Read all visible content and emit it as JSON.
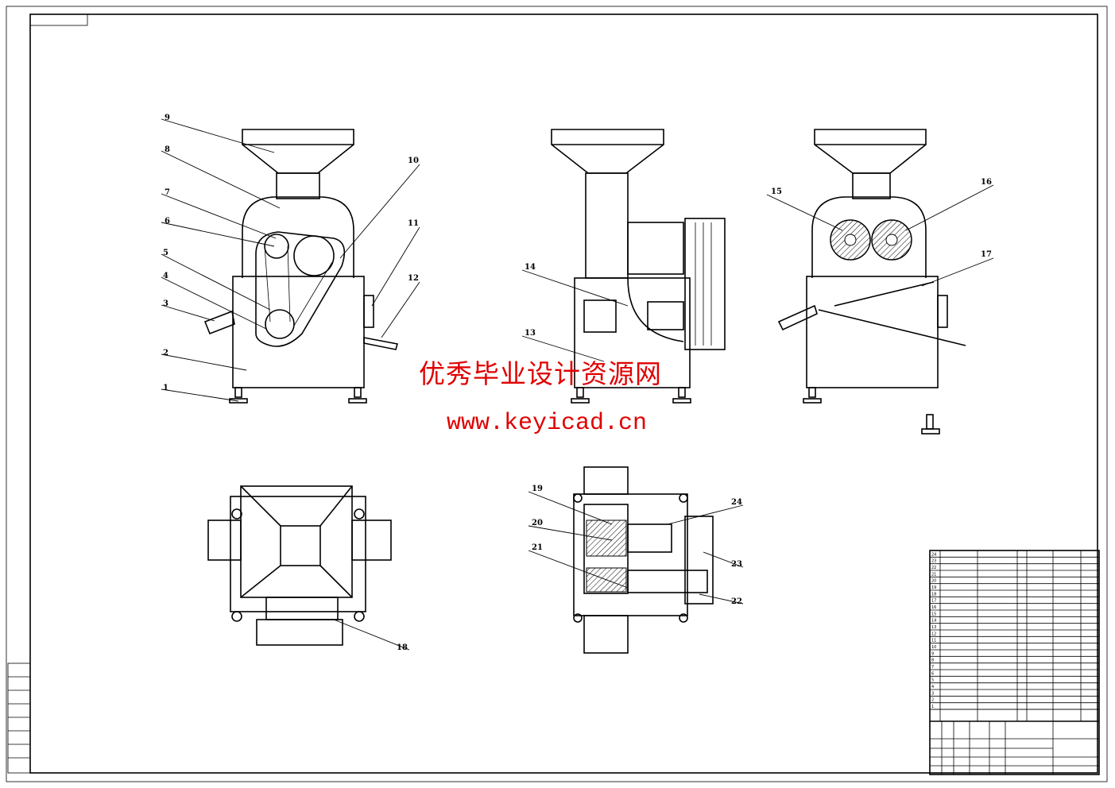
{
  "watermark": {
    "title": "优秀毕业设计资源网",
    "url": "www.keyicad.cn",
    "color": "#e00000"
  },
  "callouts": [
    "1",
    "2",
    "3",
    "4",
    "5",
    "6",
    "7",
    "8",
    "9",
    "10",
    "11",
    "12",
    "13",
    "14",
    "15",
    "16",
    "17",
    "18",
    "19",
    "20",
    "21",
    "22",
    "23",
    "24"
  ],
  "parts_list": {
    "item_numbers": [
      "24",
      "23",
      "22",
      "21",
      "20",
      "19",
      "18",
      "17",
      "16",
      "15",
      "14",
      "13",
      "12",
      "11",
      "10",
      "9",
      "8",
      "7",
      "6",
      "5",
      "4",
      "3",
      "2",
      "1"
    ]
  },
  "colors": {
    "line": "#000000",
    "background": "#ffffff"
  }
}
